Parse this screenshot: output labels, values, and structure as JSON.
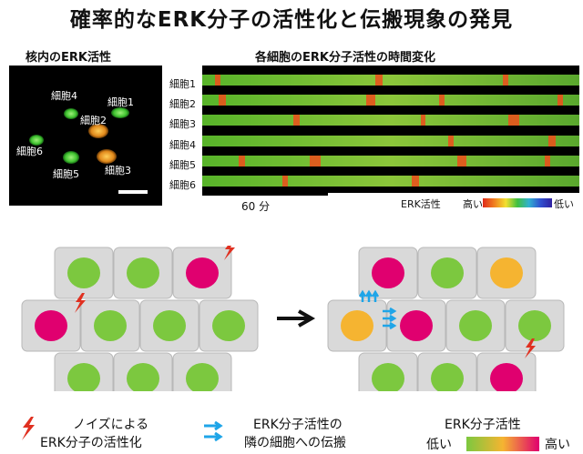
{
  "title": "確率的なERK分子の活性化と伝搬現象の発見",
  "left_panel": {
    "heading": "核内のERK活性",
    "cells": [
      "細胞4",
      "細胞1",
      "細胞2",
      "細胞6",
      "細胞5",
      "細胞3"
    ]
  },
  "right_panel": {
    "heading": "各細胞のERK分子活性の時間変化",
    "rows": [
      "細胞1",
      "細胞2",
      "細胞3",
      "細胞4",
      "細胞5",
      "細胞6"
    ],
    "time_label": "60 分",
    "activity_label": "ERK活性",
    "high": "高い",
    "low": "低い"
  },
  "legend": {
    "noise_line1": "ノイズによる",
    "noise_line2": "ERK分子の活性化",
    "prop_line1": "ERK分子活性の",
    "prop_line2": "隣の細胞への伝搬",
    "act_title": "ERK分子活性",
    "low": "低い",
    "high": "高い"
  },
  "colors": {
    "active": "#e0006f",
    "inactive": "#7cc83f",
    "propagated": "#f5b431",
    "cell_bg": "#d9d9d9",
    "bolt": "#e03020",
    "arrow": "#1fa5e8"
  }
}
